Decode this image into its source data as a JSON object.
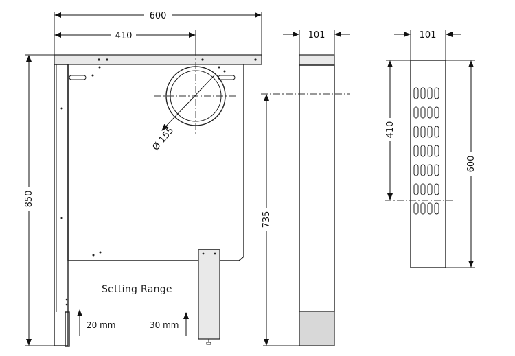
{
  "dimensions": {
    "total_width": "600",
    "pipe_offset": "410",
    "side_depth_1": "101",
    "side_depth_2": "101",
    "total_height": "850",
    "leg_height": "735",
    "side_offset": "410",
    "side_height": "600",
    "pipe_diameter": "Ø 155"
  },
  "setting_range": {
    "caption": "Setting Range",
    "left": "20 mm",
    "right": "30 mm"
  }
}
